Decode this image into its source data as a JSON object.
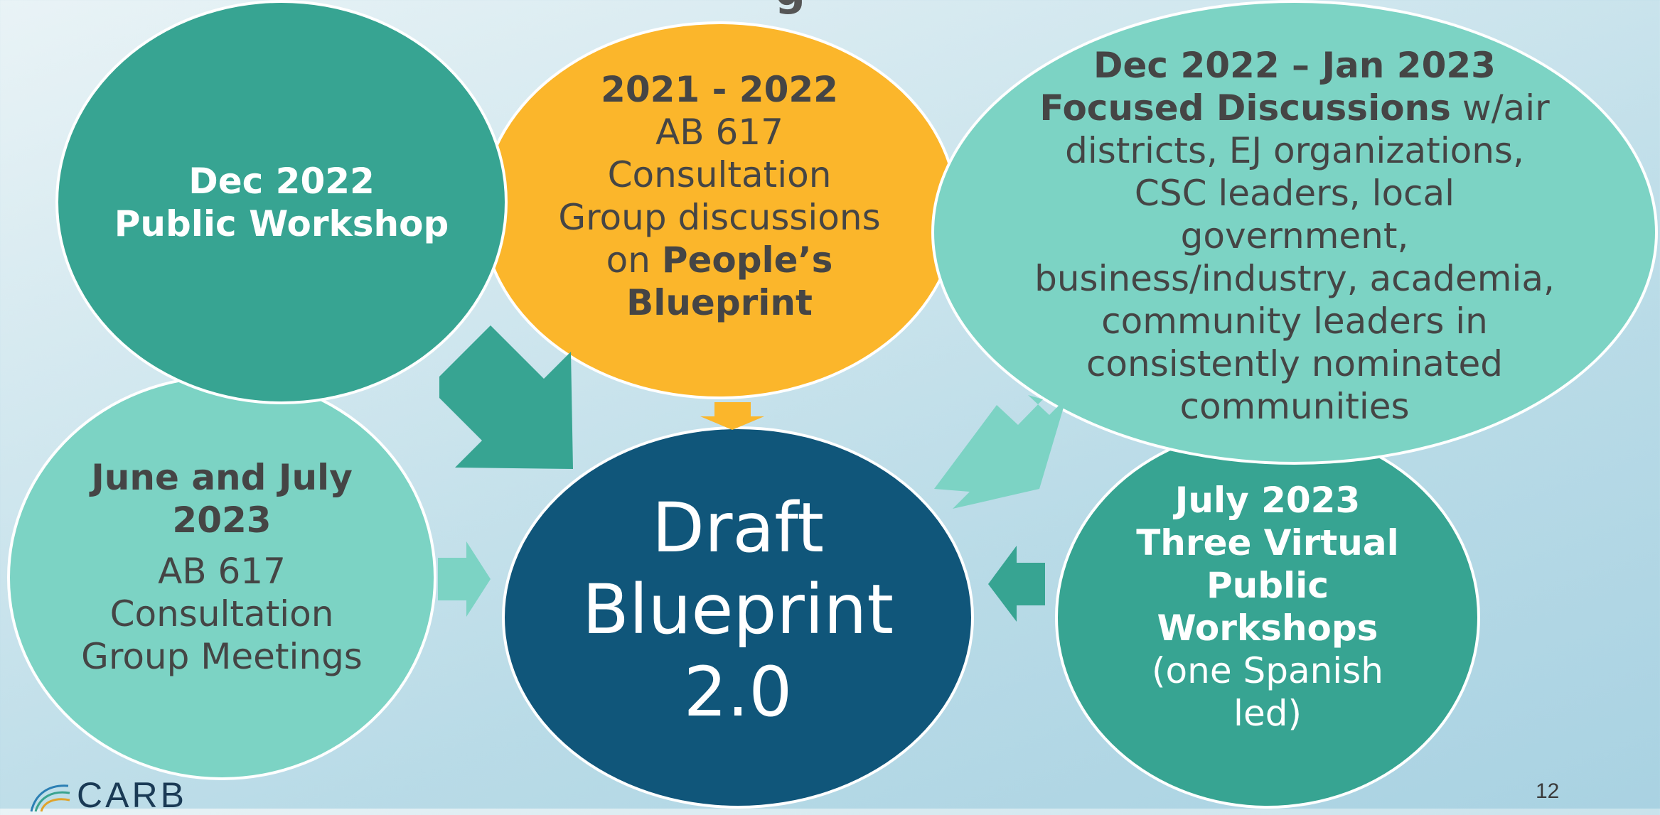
{
  "title_fragment": "g",
  "bubbles": {
    "workshop_2022": {
      "date": "Dec 2022",
      "label": "Public Workshop"
    },
    "consultation_2021": {
      "date": "2021 - 2022",
      "line1": "AB 617",
      "line2": "Consultation",
      "line3": "Group discussions",
      "line4_prefix": "on ",
      "line4_bold": "People’s",
      "line5_bold": "Blueprint"
    },
    "focused": {
      "date": "Dec 2022 – Jan 2023",
      "bold": "Focused Discussions",
      "suffix": " w/air",
      "lines": [
        "districts, EJ organizations,",
        "CSC leaders, local",
        "government,",
        "business/industry, academia,",
        "community leaders in",
        "consistently nominated",
        "communities"
      ]
    },
    "meetings_2023": {
      "date_line1": "June and July",
      "date_line2": "2023",
      "line1": "AB 617",
      "line2": "Consultation",
      "line3": "Group Meetings"
    },
    "draft": {
      "line1": "Draft",
      "line2": "Blueprint",
      "line3": "2.0"
    },
    "virtual_2023": {
      "date": "July 2023",
      "bold1": "Three Virtual",
      "bold2": "Public",
      "bold3": "Workshops",
      "line1": "(one Spanish",
      "line2": "led)"
    }
  },
  "colors": {
    "teal_dark": "#37a492",
    "teal_light": "#7cd3c4",
    "amber": "#fbb62b",
    "navy": "#10567a"
  },
  "footer": {
    "logo_text": "CARB",
    "logo_icon": "carb-swoosh-icon",
    "page_number": "12"
  }
}
